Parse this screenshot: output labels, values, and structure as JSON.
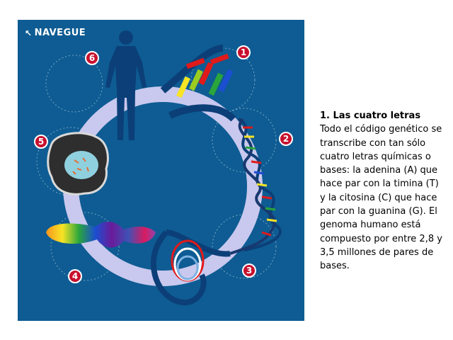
{
  "nav": {
    "label": "NAVEGUE",
    "cursor_icon": "arrow-cursor-icon"
  },
  "steps": [
    {
      "number": "1"
    },
    {
      "number": "2"
    },
    {
      "number": "3"
    },
    {
      "number": "4"
    },
    {
      "number": "5"
    },
    {
      "number": "6"
    }
  ],
  "description": {
    "title": "1. Las cuatro letras",
    "body": "Todo el código genético se transcribe con tan sólo cuatro letras químicas o bases: la adenina (A) que hace par con la timina (T) y la citosina (C) que hace par con la guanina (G). El genoma humano está compuesto por entre 2,8 y 3,5 millones de pares de bases."
  },
  "colors": {
    "panel": "#0e5c93",
    "ring": "#c9c8ee",
    "badge": "#c8102e",
    "body_silhouette": "#0c3f78"
  }
}
